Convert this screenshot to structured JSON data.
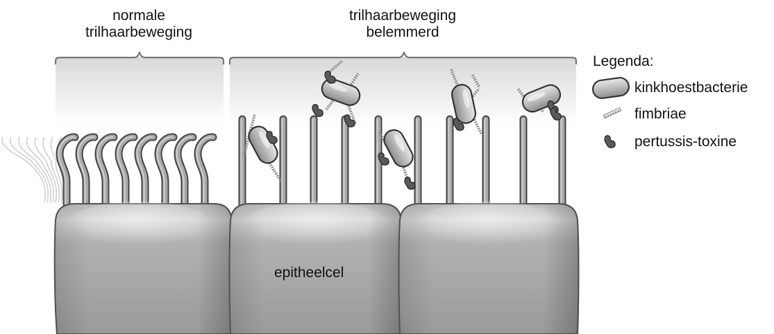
{
  "headings": {
    "left": [
      "normale",
      "trilhaarbeweging"
    ],
    "right": [
      "trilhaarbeweging",
      "belemmerd"
    ]
  },
  "cell_label": "epitheelcel",
  "legend": {
    "title": "Legenda:",
    "items": [
      {
        "icon": "bacterium-icon",
        "label": "kinkhoestbacterie"
      },
      {
        "icon": "fimbria-icon",
        "label": "fimbriae"
      },
      {
        "icon": "toxin-icon",
        "label": "pertussis-toxine"
      }
    ]
  }
}
